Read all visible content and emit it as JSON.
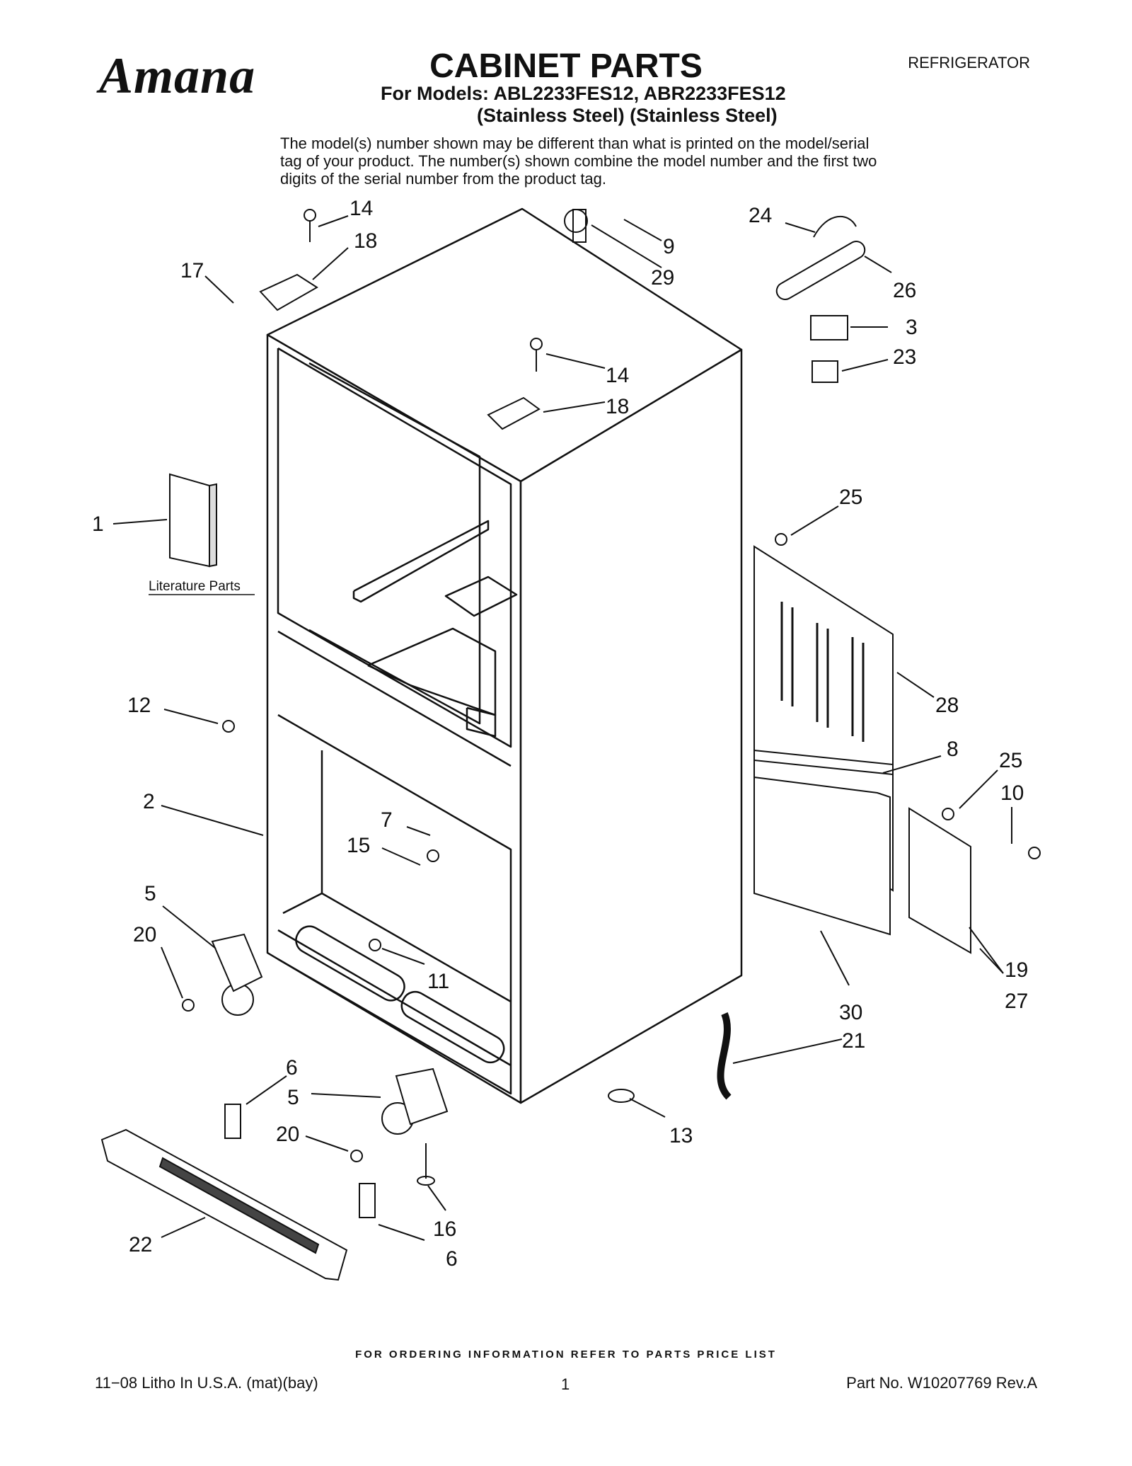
{
  "header": {
    "brand_logo": "Amana",
    "title": "CABINET PARTS",
    "models_line1": "For Models: ABL2233FES12, ABR2233FES12",
    "models_line2": "(Stainless Steel) (Stainless Steel)",
    "category": "REFRIGERATOR",
    "note": "The model(s) number shown may be different than what is printed on the model/serial tag of your product. The number(s) shown combine the model number and the first two digits of the serial number from the product tag."
  },
  "diagram": {
    "literature_label": "Literature Parts",
    "callouts": [
      "14",
      "18",
      "17",
      "9",
      "29",
      "24",
      "26",
      "3",
      "23",
      "14",
      "18",
      "1",
      "25",
      "28",
      "12",
      "8",
      "25",
      "10",
      "2",
      "7",
      "15",
      "5",
      "20",
      "11",
      "19",
      "27",
      "30",
      "21",
      "6",
      "5",
      "20",
      "13",
      "16",
      "22",
      "6"
    ]
  },
  "footer": {
    "ordering_info": "FOR ORDERING INFORMATION REFER TO PARTS PRICE LIST",
    "litho": "11−08 Litho In U.S.A. (mat)(bay)",
    "page_number": "1",
    "part_number": "Part No. W10207769 Rev.A"
  }
}
